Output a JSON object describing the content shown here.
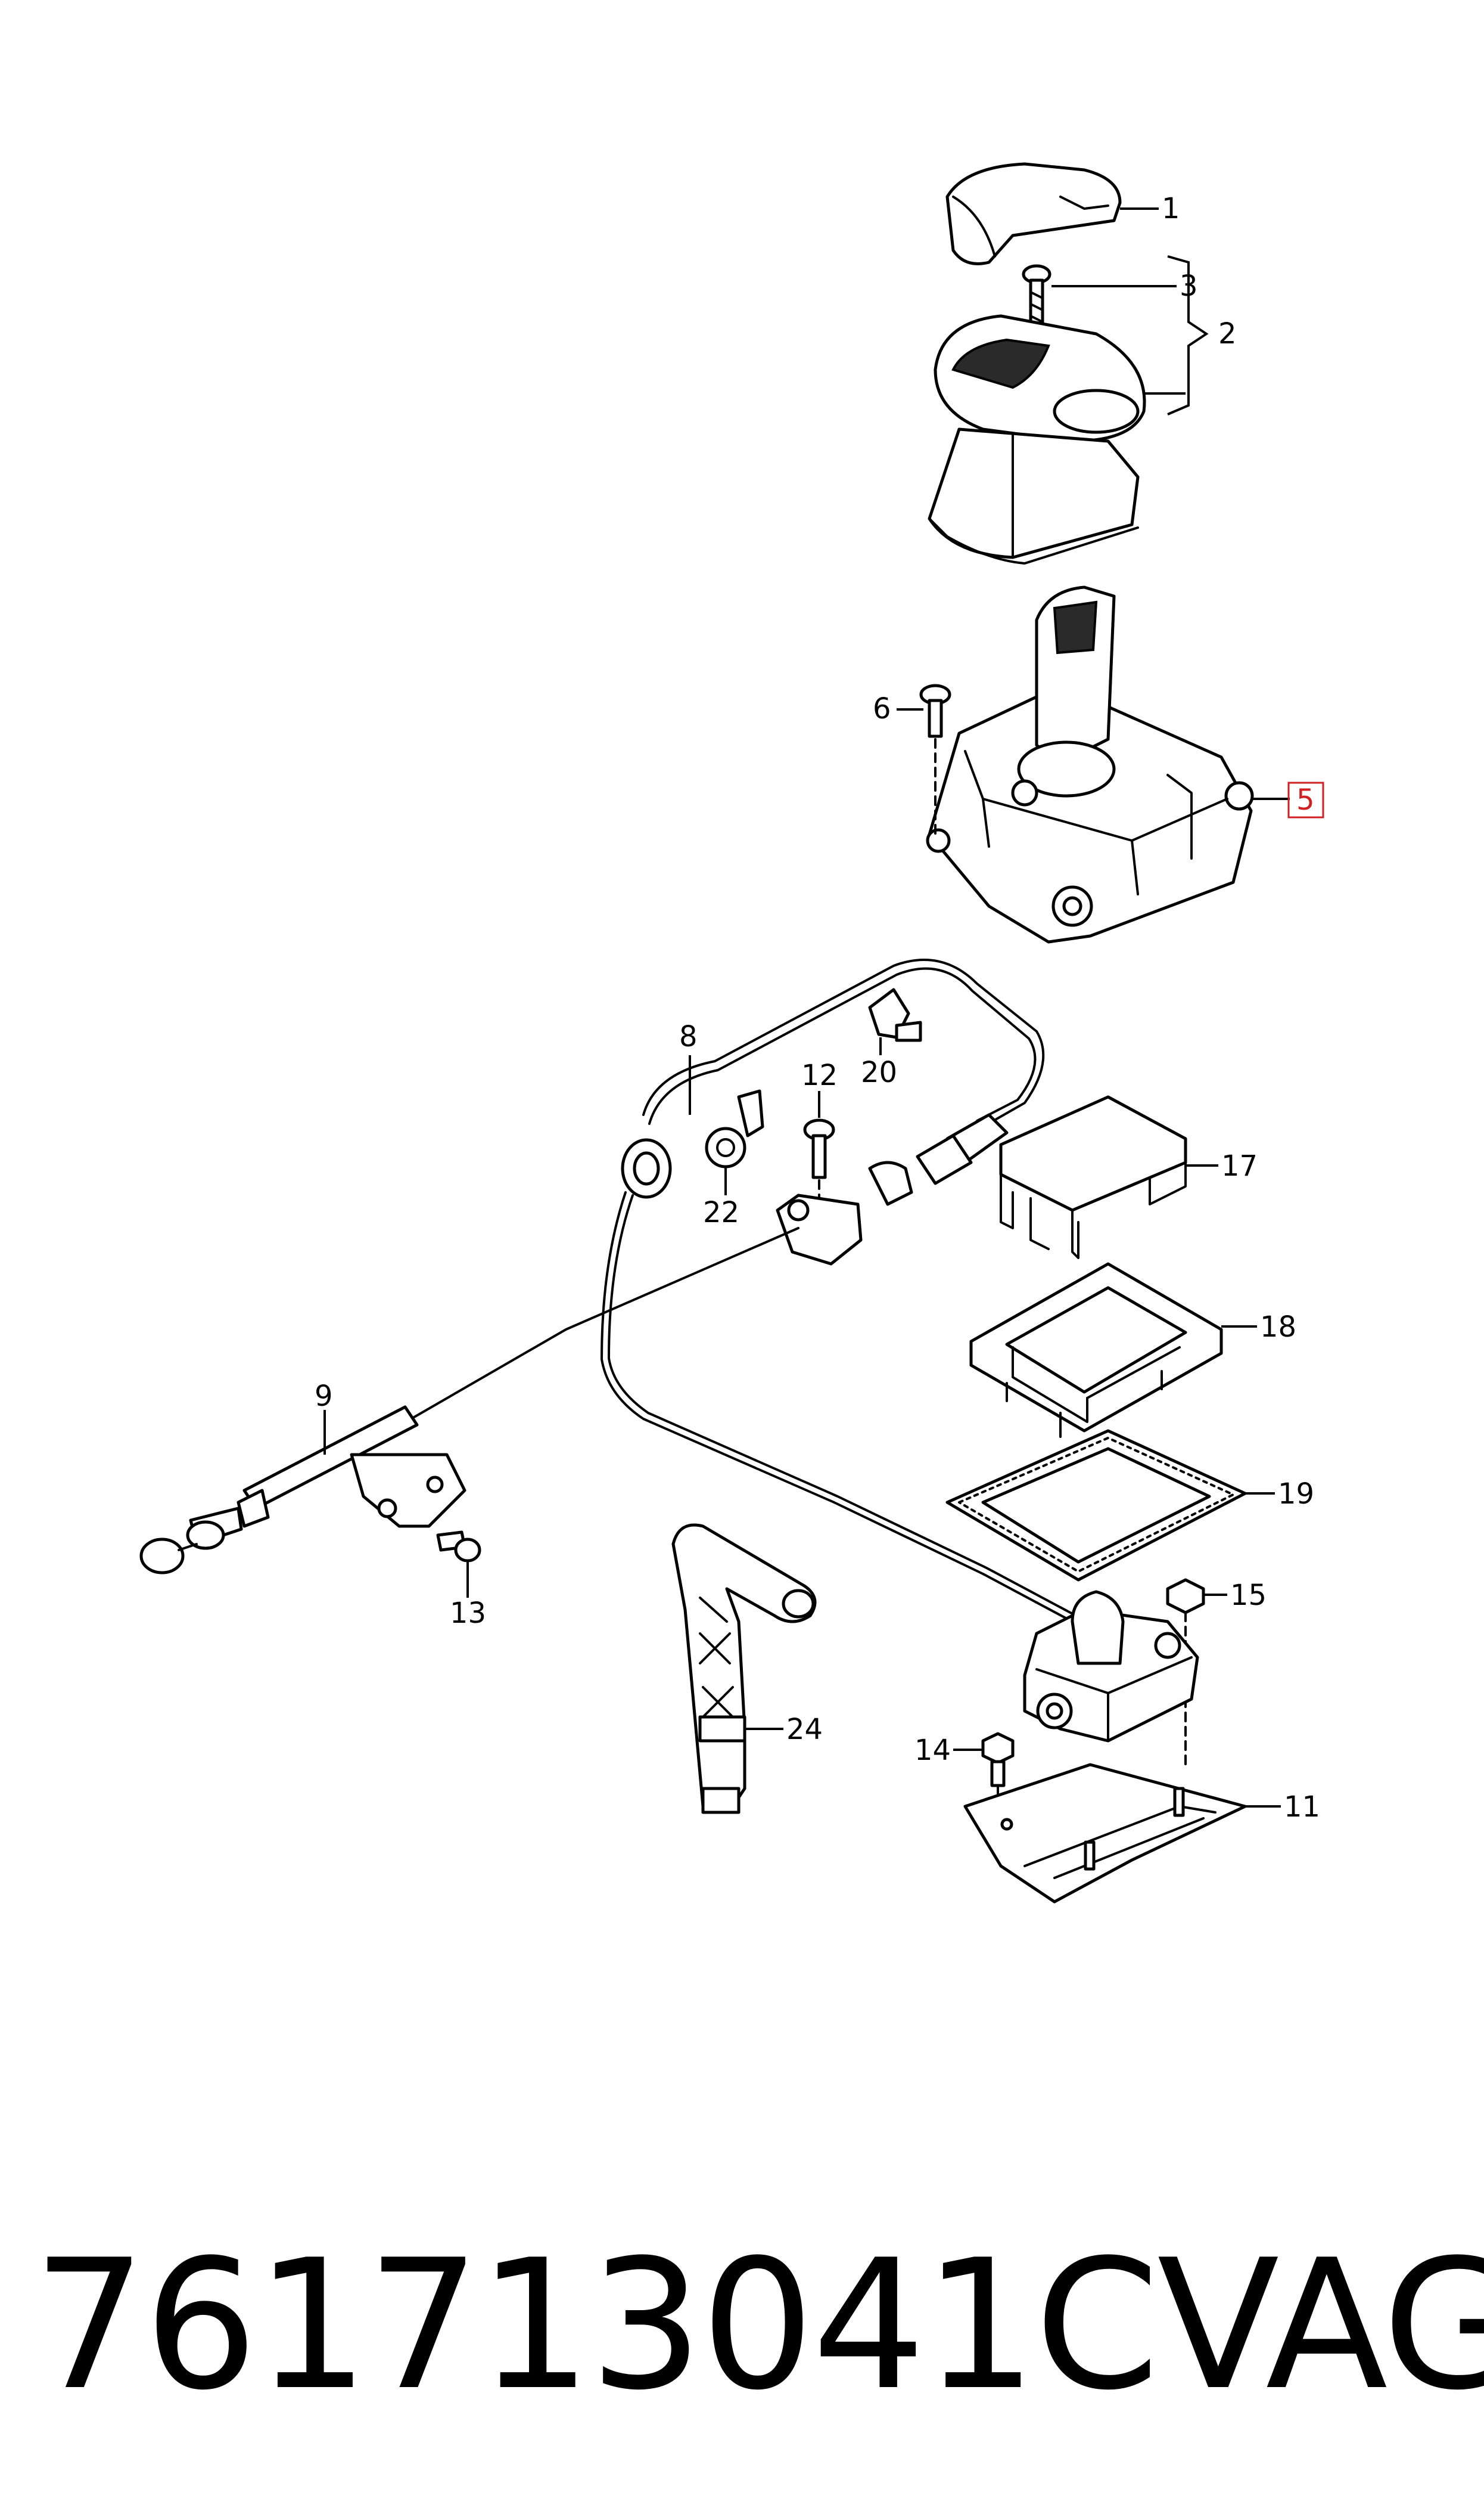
{
  "callouts": [
    {
      "id": "c1",
      "label": "1"
    },
    {
      "id": "c2",
      "label": "2"
    },
    {
      "id": "c3",
      "label": "3"
    },
    {
      "id": "c5",
      "label": "5",
      "highlighted": true
    },
    {
      "id": "c6",
      "label": "6"
    },
    {
      "id": "c8",
      "label": "8"
    },
    {
      "id": "c9",
      "label": "9"
    },
    {
      "id": "c11",
      "label": "11"
    },
    {
      "id": "c12",
      "label": "12"
    },
    {
      "id": "c13",
      "label": "13"
    },
    {
      "id": "c14",
      "label": "14"
    },
    {
      "id": "c15",
      "label": "15"
    },
    {
      "id": "c17",
      "label": "17"
    },
    {
      "id": "c18",
      "label": "18"
    },
    {
      "id": "c19",
      "label": "19"
    },
    {
      "id": "c20",
      "label": "20"
    },
    {
      "id": "c22",
      "label": "22"
    },
    {
      "id": "c24",
      "label": "24"
    }
  ],
  "footer": {
    "part_number": "761713041C",
    "brand": "VAG"
  },
  "colors": {
    "line": "#000000",
    "highlight": "#d02020",
    "background": "#ffffff"
  }
}
